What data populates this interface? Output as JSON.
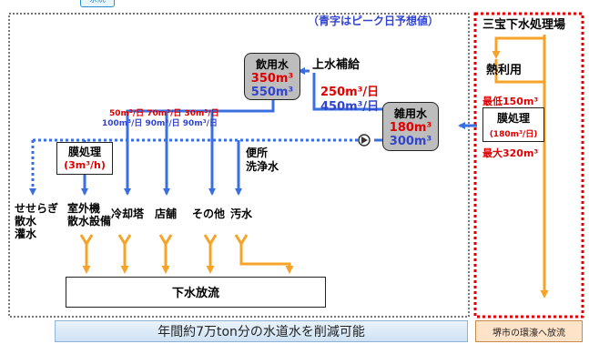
{
  "top_badge": "系統",
  "note_peak": "（青字はピーク日予想値）",
  "plant": {
    "title": "三宝下水処理場",
    "heat_use": "熱利用",
    "min_label": "最低150m³",
    "process": "膜処理",
    "capacity": "(180m³/日)",
    "max_label": "最大320m³"
  },
  "drinking_tank": {
    "label": "飲用水",
    "value_red": "350m³",
    "value_blue": "550m³"
  },
  "water_supply": "上水補給",
  "supply_flow": {
    "red": "250m³/日",
    "blue": "450m³/日"
  },
  "misc_tank": {
    "label": "雑用水",
    "value_red": "180m³",
    "value_blue": "300m³"
  },
  "flows": {
    "red_line": "50m³/日 70m³/日 30m³/日",
    "blue_line": "100m³/日 90m³/日 90m³/日"
  },
  "left_membrane": {
    "label": "膜処理",
    "rate": "(3m³/h)"
  },
  "toilet": "便所\n洗浄水",
  "destinations": {
    "stream": "せせらぎ\n散水\n灌水",
    "outdoor": "室外機\n散水設備",
    "cooling": "冷却塔",
    "shop": "店舗",
    "other": "その他",
    "sewage": "汚水"
  },
  "sewer_discharge": "下水放流",
  "bottom_banner": "年間約7万ton分の水道水を削減可能",
  "sakai_note": "堺市の環濠へ放流",
  "colors": {
    "blue_flow": "#3b6fe0",
    "orange_flow": "#f7a32a",
    "red_border": "#e00000",
    "tank_gray": "#bdbdbd"
  }
}
